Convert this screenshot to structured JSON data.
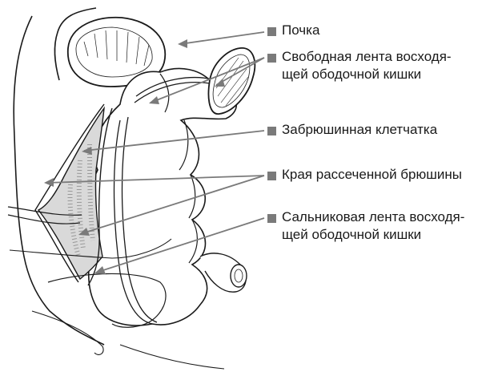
{
  "labels": [
    {
      "lines": [
        "Почка"
      ]
    },
    {
      "lines": [
        "Свободная лента восходя-",
        "щей ободочной кишки"
      ]
    },
    {
      "lines": [
        "Забрюшинная клетчатка"
      ]
    },
    {
      "lines": [
        "Края рассеченной брюшины"
      ]
    },
    {
      "lines": [
        "Сальниковая лента восходя-",
        "щей ободочной кишки"
      ]
    }
  ],
  "colors": {
    "ink": "#1a1a1a",
    "pointer": "#7a7a7a",
    "fat": "#888888"
  }
}
